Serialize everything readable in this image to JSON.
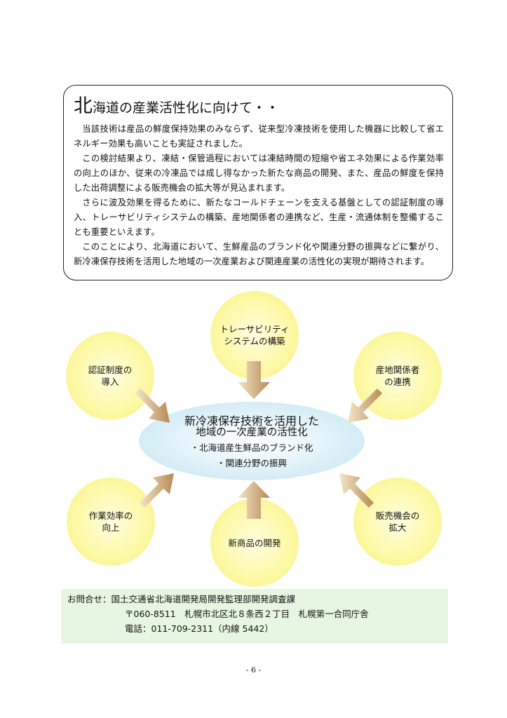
{
  "section": {
    "heading_first": "北",
    "heading_rest": "海道の産業活性化に向けて・・",
    "paragraphs": [
      "当該技術は産品の鮮度保持効果のみならず、従来型冷凍技術を使用した機器に比較して省エネルギー効果も高いことも実証されました。",
      "この検討結果より、凍結・保管過程においては凍結時間の短縮や省エネ効果による作業効率の向上のほか、従来の冷凍品では成し得なかった新たな商品の開発、また、産品の鮮度を保持した出荷調整による販売機会の拡大等が見込まれます。",
      "さらに波及効果を得るために、新たなコールドチェーンを支える基盤としての認証制度の導入、トレーサビリティシステムの構築、産地関係者の連携など、生産・流通体制を整備することも重要といえます。",
      "このことにより、北海道において、生鮮産品のブランド化や関連分野の振興などに繋がり、新冷凍保存技術を活用した地域の一次産業および関連産業の活性化の実現が期待されます。"
    ]
  },
  "diagram": {
    "nodes": {
      "top": "トレーサビリティ\nシステムの構築",
      "upper_left": "認証制度の\n導入",
      "upper_right": "産地関係者\nの連携",
      "lower_left": "作業効率の\n向上",
      "bottom": "新商品の開発",
      "lower_right": "販売機会の\n拡大"
    },
    "center": {
      "title_line1": "新冷凍保存技術を活用した",
      "title_line2": "地域の一次産業の活性化",
      "bullet1": "・北海道産生鮮品のブランド化",
      "bullet2": "・関連分野の振興"
    },
    "colors": {
      "circle": "#f7f07c",
      "ellipse": "#bfe4f1",
      "arrow": "#c9a06a"
    }
  },
  "contact": {
    "label": "お問合せ：国土交通省北海道開発局開発監理部開発調査課",
    "address": "〒060-8511　札幌市北区北８条西２丁目　札幌第一合同庁舎",
    "phone": "電話：011-709-2311（内線 5442）",
    "background": "#e6f6e0"
  },
  "page_number": "- 6 -"
}
